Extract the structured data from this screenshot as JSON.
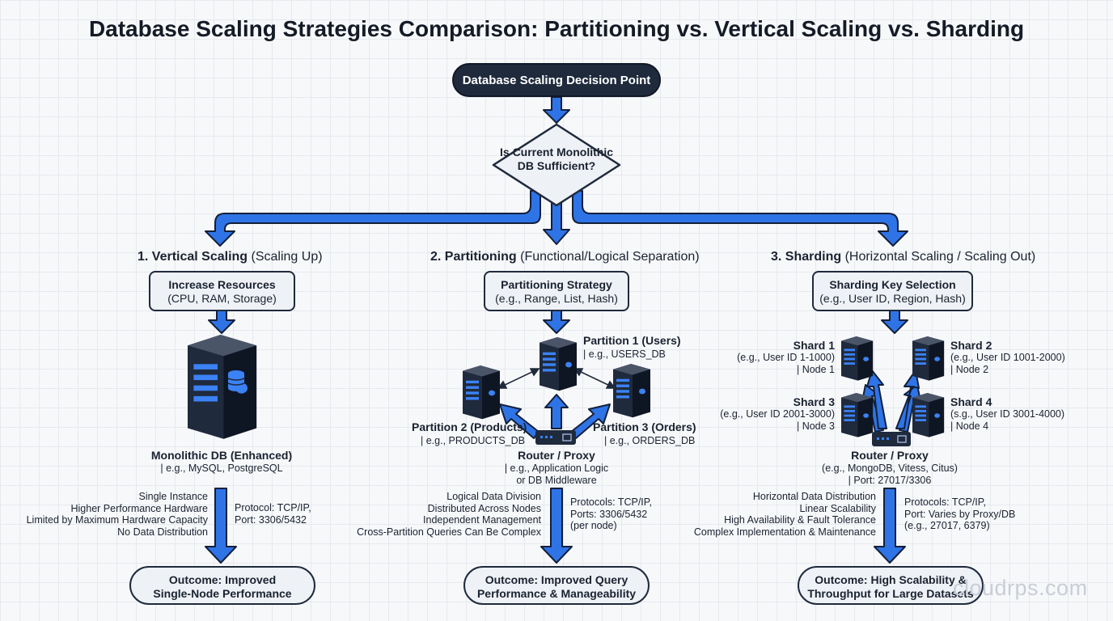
{
  "title": "Database Scaling Strategies Comparison: Partitioning vs. Vertical Scaling vs. Sharding",
  "start_node": "Database Scaling Decision Point",
  "decision": "Is Current Monolithic DB Sufficient?",
  "colors": {
    "arrow": "#2f74e6",
    "arrow_outline": "#13203a",
    "node_dark": "#1f2a3c",
    "node_fill": "#eef1f6",
    "server_accent": "#3b82f6"
  },
  "vertical": {
    "heading_bold": "1. Vertical Scaling",
    "heading_rest": " (Scaling Up)",
    "box_line1": "Increase Resources",
    "box_line2": "(CPU, RAM, Storage)",
    "db_title": "Monolithic DB (Enhanced)",
    "db_sub": "| e.g., MySQL, PostgreSQL",
    "traits": [
      "Single Instance",
      "Higher Performance Hardware",
      "Limited by Maximum Hardware Capacity",
      "No Data Distribution"
    ],
    "protocol": [
      "Protocol: TCP/IP,",
      "Port: 3306/5432"
    ],
    "outcome": [
      "Outcome: Improved",
      "Single-Node Performance"
    ]
  },
  "partitioning": {
    "heading_bold": "2. Partitioning",
    "heading_rest": " (Functional/Logical Separation)",
    "box_line1": "Partitioning Strategy",
    "box_line2": "(e.g., Range, List, Hash)",
    "p1_title": "Partition 1 (Users)",
    "p1_sub": "| e.g., USERS_DB",
    "p2_title": "Partition 2 (Products)",
    "p2_sub": "| e.g., PRODUCTS_DB",
    "p3_title": "Partition 3 (Orders)",
    "p3_sub": "| e.g., ORDERS_DB",
    "router_title": "Router / Proxy",
    "router_sub1": "| e.g., Application Logic",
    "router_sub2": "or DB Middleware",
    "traits": [
      "Logical Data Division",
      "Distributed Across Nodes",
      "Independent Management",
      "Cross-Partition Queries Can Be Complex"
    ],
    "protocol": [
      "Protocols: TCP/IP,",
      "Ports: 3306/5432",
      "(per node)"
    ],
    "outcome": [
      "Outcome: Improved Query",
      "Performance & Manageability"
    ]
  },
  "sharding": {
    "heading_bold": "3. Sharding",
    "heading_rest": " (Horizontal Scaling / Scaling Out)",
    "box_line1": "Sharding Key Selection",
    "box_line2": "(e.g., User ID, Region, Hash)",
    "shards": [
      {
        "title": "Shard 1",
        "range": "(e.g., User ID 1-1000)",
        "node": "| Node 1"
      },
      {
        "title": "Shard 2",
        "range": "(e.g., User ID 1001-2000)",
        "node": "| Node 2"
      },
      {
        "title": "Shard 3",
        "range": "(e.g., User ID 2001-3000)",
        "node": "| Node 3"
      },
      {
        "title": "Shard 4",
        "range": "(s.g., User ID 3001-4000)",
        "node": "| Node 4"
      }
    ],
    "router_title": "Router / Proxy",
    "router_sub1": "(e.g., MongoDB, Vitess, Citus)",
    "router_sub2": "| Port: 27017/3306",
    "traits": [
      "Horizontal Data Distribution",
      "Linear Scalability",
      "High Availability & Fault Tolerance",
      "Complex Implementation & Maintenance"
    ],
    "protocol": [
      "Protocols: TCP/IP,",
      "Port: Varies by Proxy/DB",
      "(e.g., 27017, 6379)"
    ],
    "outcome": [
      "Outcome: High Scalability &",
      "Throughput for Large Datasets"
    ]
  },
  "watermark": "cloudrps.com"
}
